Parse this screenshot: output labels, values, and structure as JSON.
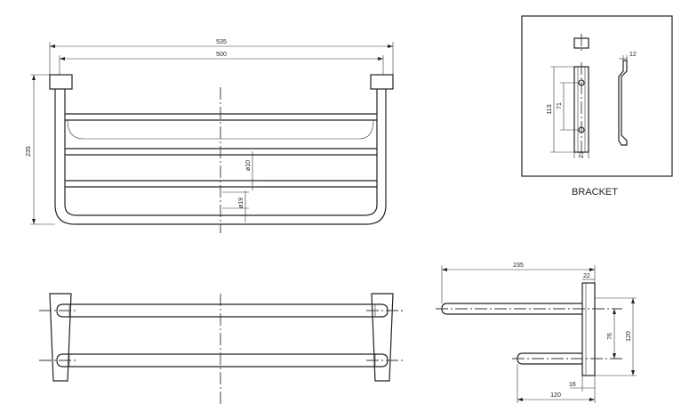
{
  "front_view": {
    "overall_width": "535",
    "bar_width": "500",
    "overall_height": "235",
    "tube_diameter": "ø10",
    "bar_diameter": "ø19"
  },
  "bracket_detail": {
    "caption": "BRACKET",
    "thickness": "12",
    "height": "113",
    "hole_spacing": "71",
    "width": "23"
  },
  "side_view": {
    "depth": "235",
    "flange": "22",
    "total_height": "120",
    "bar_spacing": "76",
    "offset": "16",
    "lower_depth": "120"
  }
}
